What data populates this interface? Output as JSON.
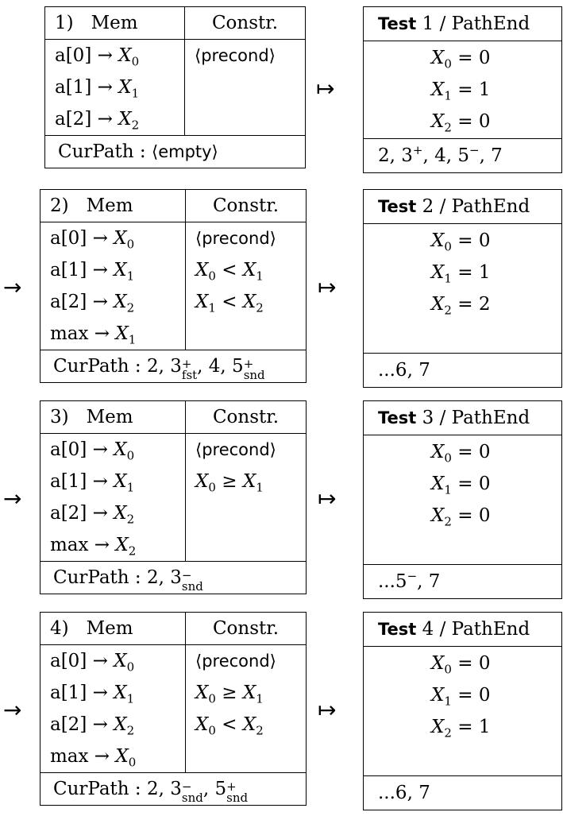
{
  "steps": [
    {
      "index": "1)",
      "mem_header": "Mem",
      "constr_header": "Constr.",
      "mem": [
        {
          "lhs": "a[0] → ",
          "var": "X",
          "sub": "0"
        },
        {
          "lhs": "a[1] → ",
          "var": "X",
          "sub": "1"
        },
        {
          "lhs": "a[2] → ",
          "var": "X",
          "sub": "2"
        }
      ],
      "constr": [
        "⟨precond⟩"
      ],
      "curpath_label": "CurPath : ",
      "curpath": "⟨empty⟩",
      "test_label": "Test 1",
      "test_suffix": " / PathEnd",
      "values": [
        {
          "var": "X",
          "sub": "0",
          "rhs": " = 0"
        },
        {
          "var": "X",
          "sub": "1",
          "rhs": " = 1"
        },
        {
          "var": "X",
          "sub": "2",
          "rhs": " = 0"
        }
      ],
      "pathend": "2, 3⁺, 4, 5⁻, 7"
    },
    {
      "index": "2)",
      "mem_header": "Mem",
      "constr_header": "Constr.",
      "mem": [
        {
          "lhs": "a[0] → ",
          "var": "X",
          "sub": "0"
        },
        {
          "lhs": "a[1] → ",
          "var": "X",
          "sub": "1"
        },
        {
          "lhs": "a[2] → ",
          "var": "X",
          "sub": "2"
        },
        {
          "lhs": "max → ",
          "var": "X",
          "sub": "1"
        }
      ],
      "constr": [
        "⟨precond⟩",
        "X₀ < X₁",
        "X₁ < X₂"
      ],
      "curpath_label": "CurPath : ",
      "curpath": "2, 3⁺fst, 4, 5⁺snd",
      "test_label": "Test 2",
      "test_suffix": " / PathEnd",
      "values": [
        {
          "var": "X",
          "sub": "0",
          "rhs": " = 0"
        },
        {
          "var": "X",
          "sub": "1",
          "rhs": " = 1"
        },
        {
          "var": "X",
          "sub": "2",
          "rhs": " = 2"
        }
      ],
      "pathend": "...6, 7"
    },
    {
      "index": "3)",
      "mem_header": "Mem",
      "constr_header": "Constr.",
      "mem": [
        {
          "lhs": "a[0] → ",
          "var": "X",
          "sub": "0"
        },
        {
          "lhs": "a[1] → ",
          "var": "X",
          "sub": "1"
        },
        {
          "lhs": "a[2] → ",
          "var": "X",
          "sub": "2"
        },
        {
          "lhs": "max → ",
          "var": "X",
          "sub": "2"
        }
      ],
      "constr": [
        "⟨precond⟩",
        "X₀ ≥ X₁"
      ],
      "curpath_label": "CurPath : ",
      "curpath": "2, 3⁻snd",
      "test_label": "Test 3",
      "test_suffix": " / PathEnd",
      "values": [
        {
          "var": "X",
          "sub": "0",
          "rhs": " = 0"
        },
        {
          "var": "X",
          "sub": "1",
          "rhs": " = 0"
        },
        {
          "var": "X",
          "sub": "2",
          "rhs": " = 0"
        }
      ],
      "pathend": "...5⁻, 7"
    },
    {
      "index": "4)",
      "mem_header": "Mem",
      "constr_header": "Constr.",
      "mem": [
        {
          "lhs": "a[0] → ",
          "var": "X",
          "sub": "0"
        },
        {
          "lhs": "a[1] → ",
          "var": "X",
          "sub": "1"
        },
        {
          "lhs": "a[2] → ",
          "var": "X",
          "sub": "2"
        },
        {
          "lhs": "max → ",
          "var": "X",
          "sub": "0"
        }
      ],
      "constr": [
        "⟨precond⟩",
        "X₀ ≥ X₁",
        "X₀ < X₂"
      ],
      "curpath_label": "CurPath : ",
      "curpath": "2, 3⁻snd, 5⁺snd",
      "test_label": "Test 4",
      "test_suffix": " / PathEnd",
      "values": [
        {
          "var": "X",
          "sub": "0",
          "rhs": " = 0"
        },
        {
          "var": "X",
          "sub": "1",
          "rhs": " = 0"
        },
        {
          "var": "X",
          "sub": "2",
          "rhs": " = 1"
        }
      ],
      "pathend": "...6, 7"
    }
  ],
  "symbols": {
    "into": "→",
    "maps_to": "↦"
  }
}
